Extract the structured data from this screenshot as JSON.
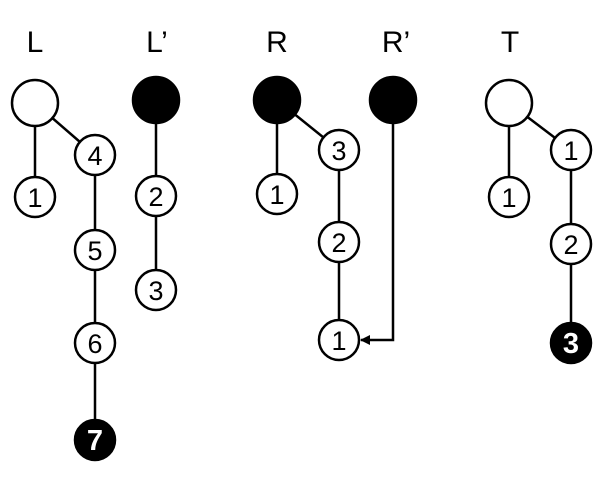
{
  "colors": {
    "stroke": "#000000",
    "node_fill_white": "#ffffff",
    "node_fill_black": "#000000",
    "text_on_white": "#000000",
    "text_on_black": "#ffffff"
  },
  "trees": {
    "L": {
      "label": "L",
      "nodes": {
        "root": {
          "text": "",
          "filled": false
        },
        "n1": {
          "text": "1",
          "filled": false
        },
        "n4": {
          "text": "4",
          "filled": false
        },
        "n5": {
          "text": "5",
          "filled": false
        },
        "n6": {
          "text": "6",
          "filled": false
        },
        "n7": {
          "text": "7",
          "filled": true
        }
      },
      "edges": [
        [
          "root",
          "n1"
        ],
        [
          "root",
          "n4"
        ],
        [
          "n4",
          "n5"
        ],
        [
          "n5",
          "n6"
        ],
        [
          "n6",
          "n7"
        ]
      ]
    },
    "Lp": {
      "label": "L’",
      "nodes": {
        "root": {
          "text": "",
          "filled": true
        },
        "n2": {
          "text": "2",
          "filled": false
        },
        "n3": {
          "text": "3",
          "filled": false
        }
      },
      "edges": [
        [
          "root",
          "n2"
        ],
        [
          "n2",
          "n3"
        ]
      ]
    },
    "R": {
      "label": "R",
      "nodes": {
        "root": {
          "text": "",
          "filled": true
        },
        "n1a": {
          "text": "1",
          "filled": false
        },
        "n3": {
          "text": "3",
          "filled": false
        },
        "n2": {
          "text": "2",
          "filled": false
        },
        "n1b": {
          "text": "1",
          "filled": false
        }
      },
      "edges": [
        [
          "root",
          "n1a"
        ],
        [
          "root",
          "n3"
        ],
        [
          "n3",
          "n2"
        ],
        [
          "n2",
          "n1b"
        ]
      ]
    },
    "Rp": {
      "label": "R’",
      "nodes": {
        "root": {
          "text": "",
          "filled": true
        }
      },
      "edges": [],
      "pointer_target": "R.n1b"
    },
    "T": {
      "label": "T",
      "nodes": {
        "root": {
          "text": "",
          "filled": false
        },
        "n1a": {
          "text": "1",
          "filled": false
        },
        "n1b": {
          "text": "1",
          "filled": false
        },
        "n2": {
          "text": "2",
          "filled": false
        },
        "n3": {
          "text": "3",
          "filled": true
        }
      },
      "edges": [
        [
          "root",
          "n1a"
        ],
        [
          "root",
          "n1b"
        ],
        [
          "n1b",
          "n2"
        ],
        [
          "n2",
          "n3"
        ]
      ]
    }
  }
}
